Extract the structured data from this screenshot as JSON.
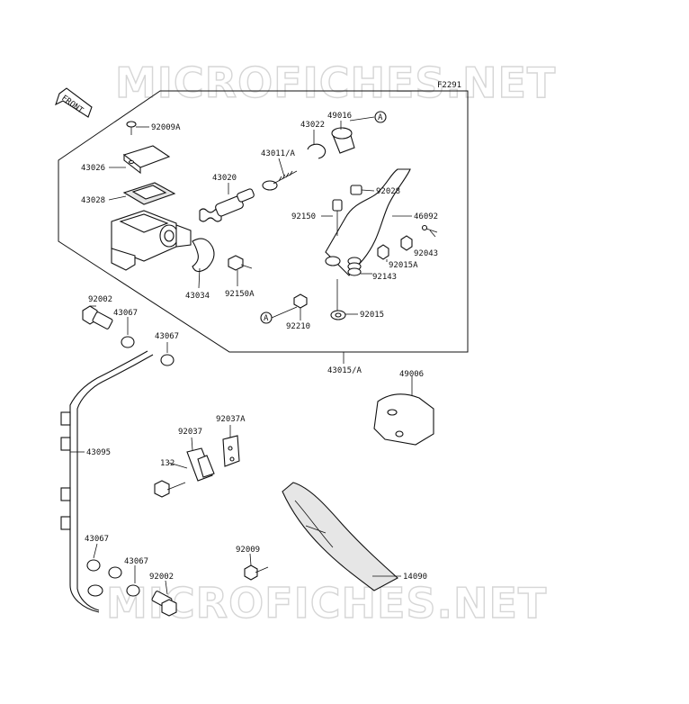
{
  "watermark": "MICROFICHES.NET",
  "figure_code": "F2291",
  "front_label": "FRONT",
  "circle_ref": "A",
  "parts": {
    "p92009A": "92009A",
    "p43026": "43026",
    "p43028": "43028",
    "p43022": "43022",
    "p49016": "49016",
    "p43011A": "43011/A",
    "p43020": "43020",
    "p92028": "92028",
    "p92150": "92150",
    "p46092": "46092",
    "p92043": "92043",
    "p92015A": "92015A",
    "p92143": "92143",
    "p43034": "43034",
    "p92150A": "92150A",
    "p92210": "92210",
    "p92015": "92015",
    "p43015A": "43015/A",
    "p92002_top": "92002",
    "p43067_a": "43067",
    "p43067_b": "43067",
    "p49006": "49006",
    "p92037": "92037",
    "p92037A": "92037A",
    "p43095": "43095",
    "p132": "132",
    "p43067_c": "43067",
    "p43067_d": "43067",
    "p92002_bot": "92002",
    "p92009": "92009",
    "p14090": "14090"
  }
}
